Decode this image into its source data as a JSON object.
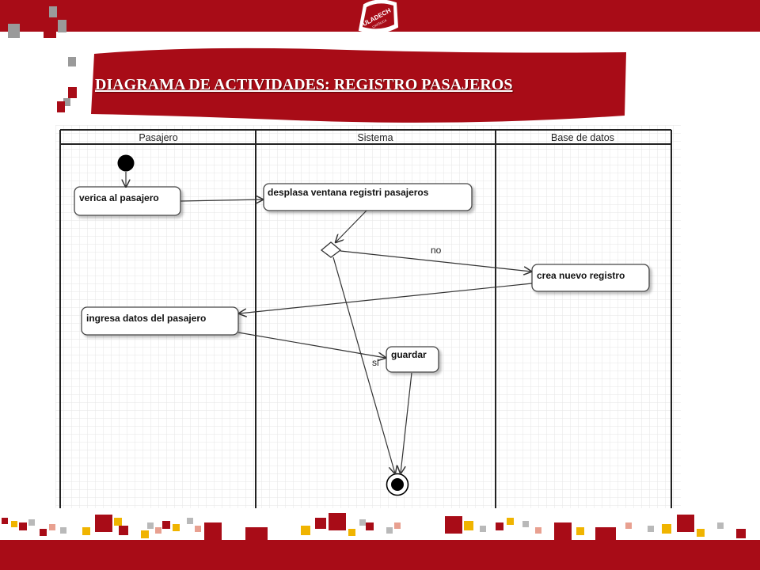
{
  "header": {
    "logo_text": "ULADECH",
    "logo_subtext": "CATÓLICA",
    "brand_color": "#a80c17"
  },
  "title": "DIAGRAMA DE ACTIVIDADES: REGISTRO PASAJEROS",
  "diagram": {
    "lanes": [
      "Pasajero",
      "Sistema",
      "Base de datos"
    ],
    "nodes": {
      "verify": "verica al pasajero",
      "show_window": "desplasa ventana registri pasajeros",
      "create_record": "crea nuevo registro",
      "enter_data": "ingresa datos del pasajero",
      "save": "guardar"
    },
    "guards": {
      "no": "no",
      "yes": "si"
    },
    "colors": {
      "grid": "#e6e6e6",
      "stroke": "#333333",
      "node_fill": "#ffffff"
    }
  }
}
